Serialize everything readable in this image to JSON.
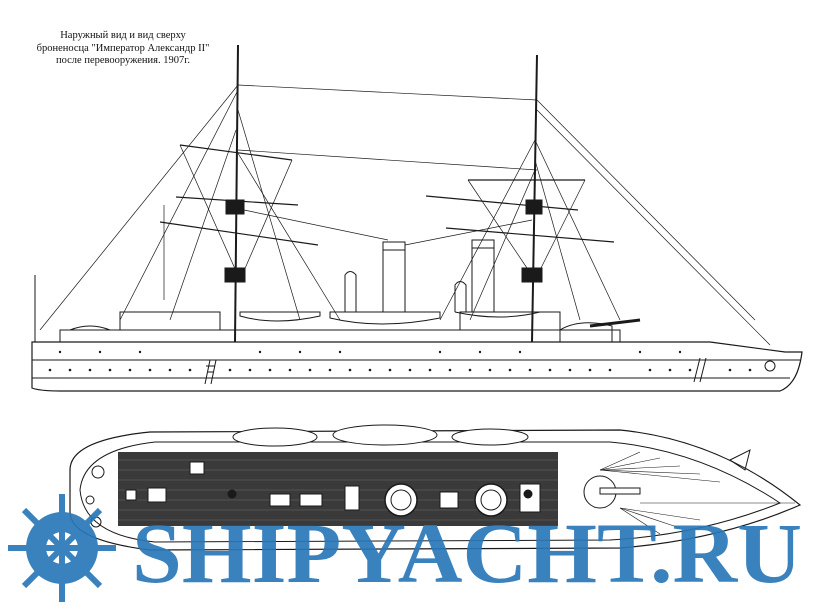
{
  "caption": {
    "line1": "Наружный вид и вид сверху",
    "line2": "броненосца \"Император Александр II\"",
    "line3": "после перевооружения. 1907г."
  },
  "watermark": {
    "text": "SHIPYACHT.RU",
    "color": "#2a78b8"
  },
  "colors": {
    "ink": "#1a1a1a",
    "paper": "#ffffff",
    "deck": "#3a3a3a"
  }
}
